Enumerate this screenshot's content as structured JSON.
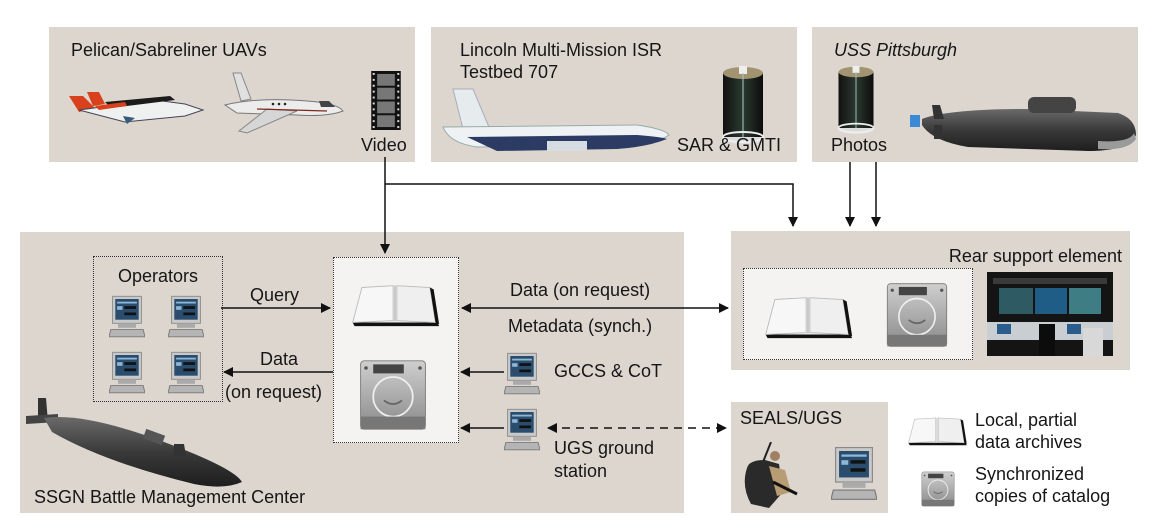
{
  "panels": {
    "uav": {
      "title": "Pelican/Sabreliner UAVs",
      "output_label": "Video"
    },
    "isr": {
      "title_line1": "Lincoln Multi-Mission ISR",
      "title_line2": "Testbed 707",
      "output_label": "SAR & GMTI"
    },
    "sub": {
      "title": "USS Pittsburgh",
      "output_label": "Photos"
    },
    "ssgn": {
      "title": "SSGN Battle Management Center",
      "operators_label": "Operators",
      "query_label": "Query",
      "data_label": "Data",
      "data_sub_label": "(on request)",
      "gccs_label": "GCCS & CoT",
      "ugs_label_line1": "UGS ground",
      "ugs_label_line2": "station"
    },
    "link": {
      "data_label": "Data (on request)",
      "metadata_label": "Metadata (synch.)"
    },
    "rear": {
      "title": "Rear support element"
    },
    "seals": {
      "title": "SEALS/UGS"
    }
  },
  "legend": [
    {
      "icon": "book-icon",
      "line1": "Local, partial",
      "line2": "data archives"
    },
    {
      "icon": "hard-drive-icon",
      "line1": "Synchronized",
      "line2": "copies of catalog"
    }
  ],
  "colors": {
    "panel": "#ddd6cf",
    "archive_box": "#f4f3f2",
    "arrow": "#111111"
  }
}
